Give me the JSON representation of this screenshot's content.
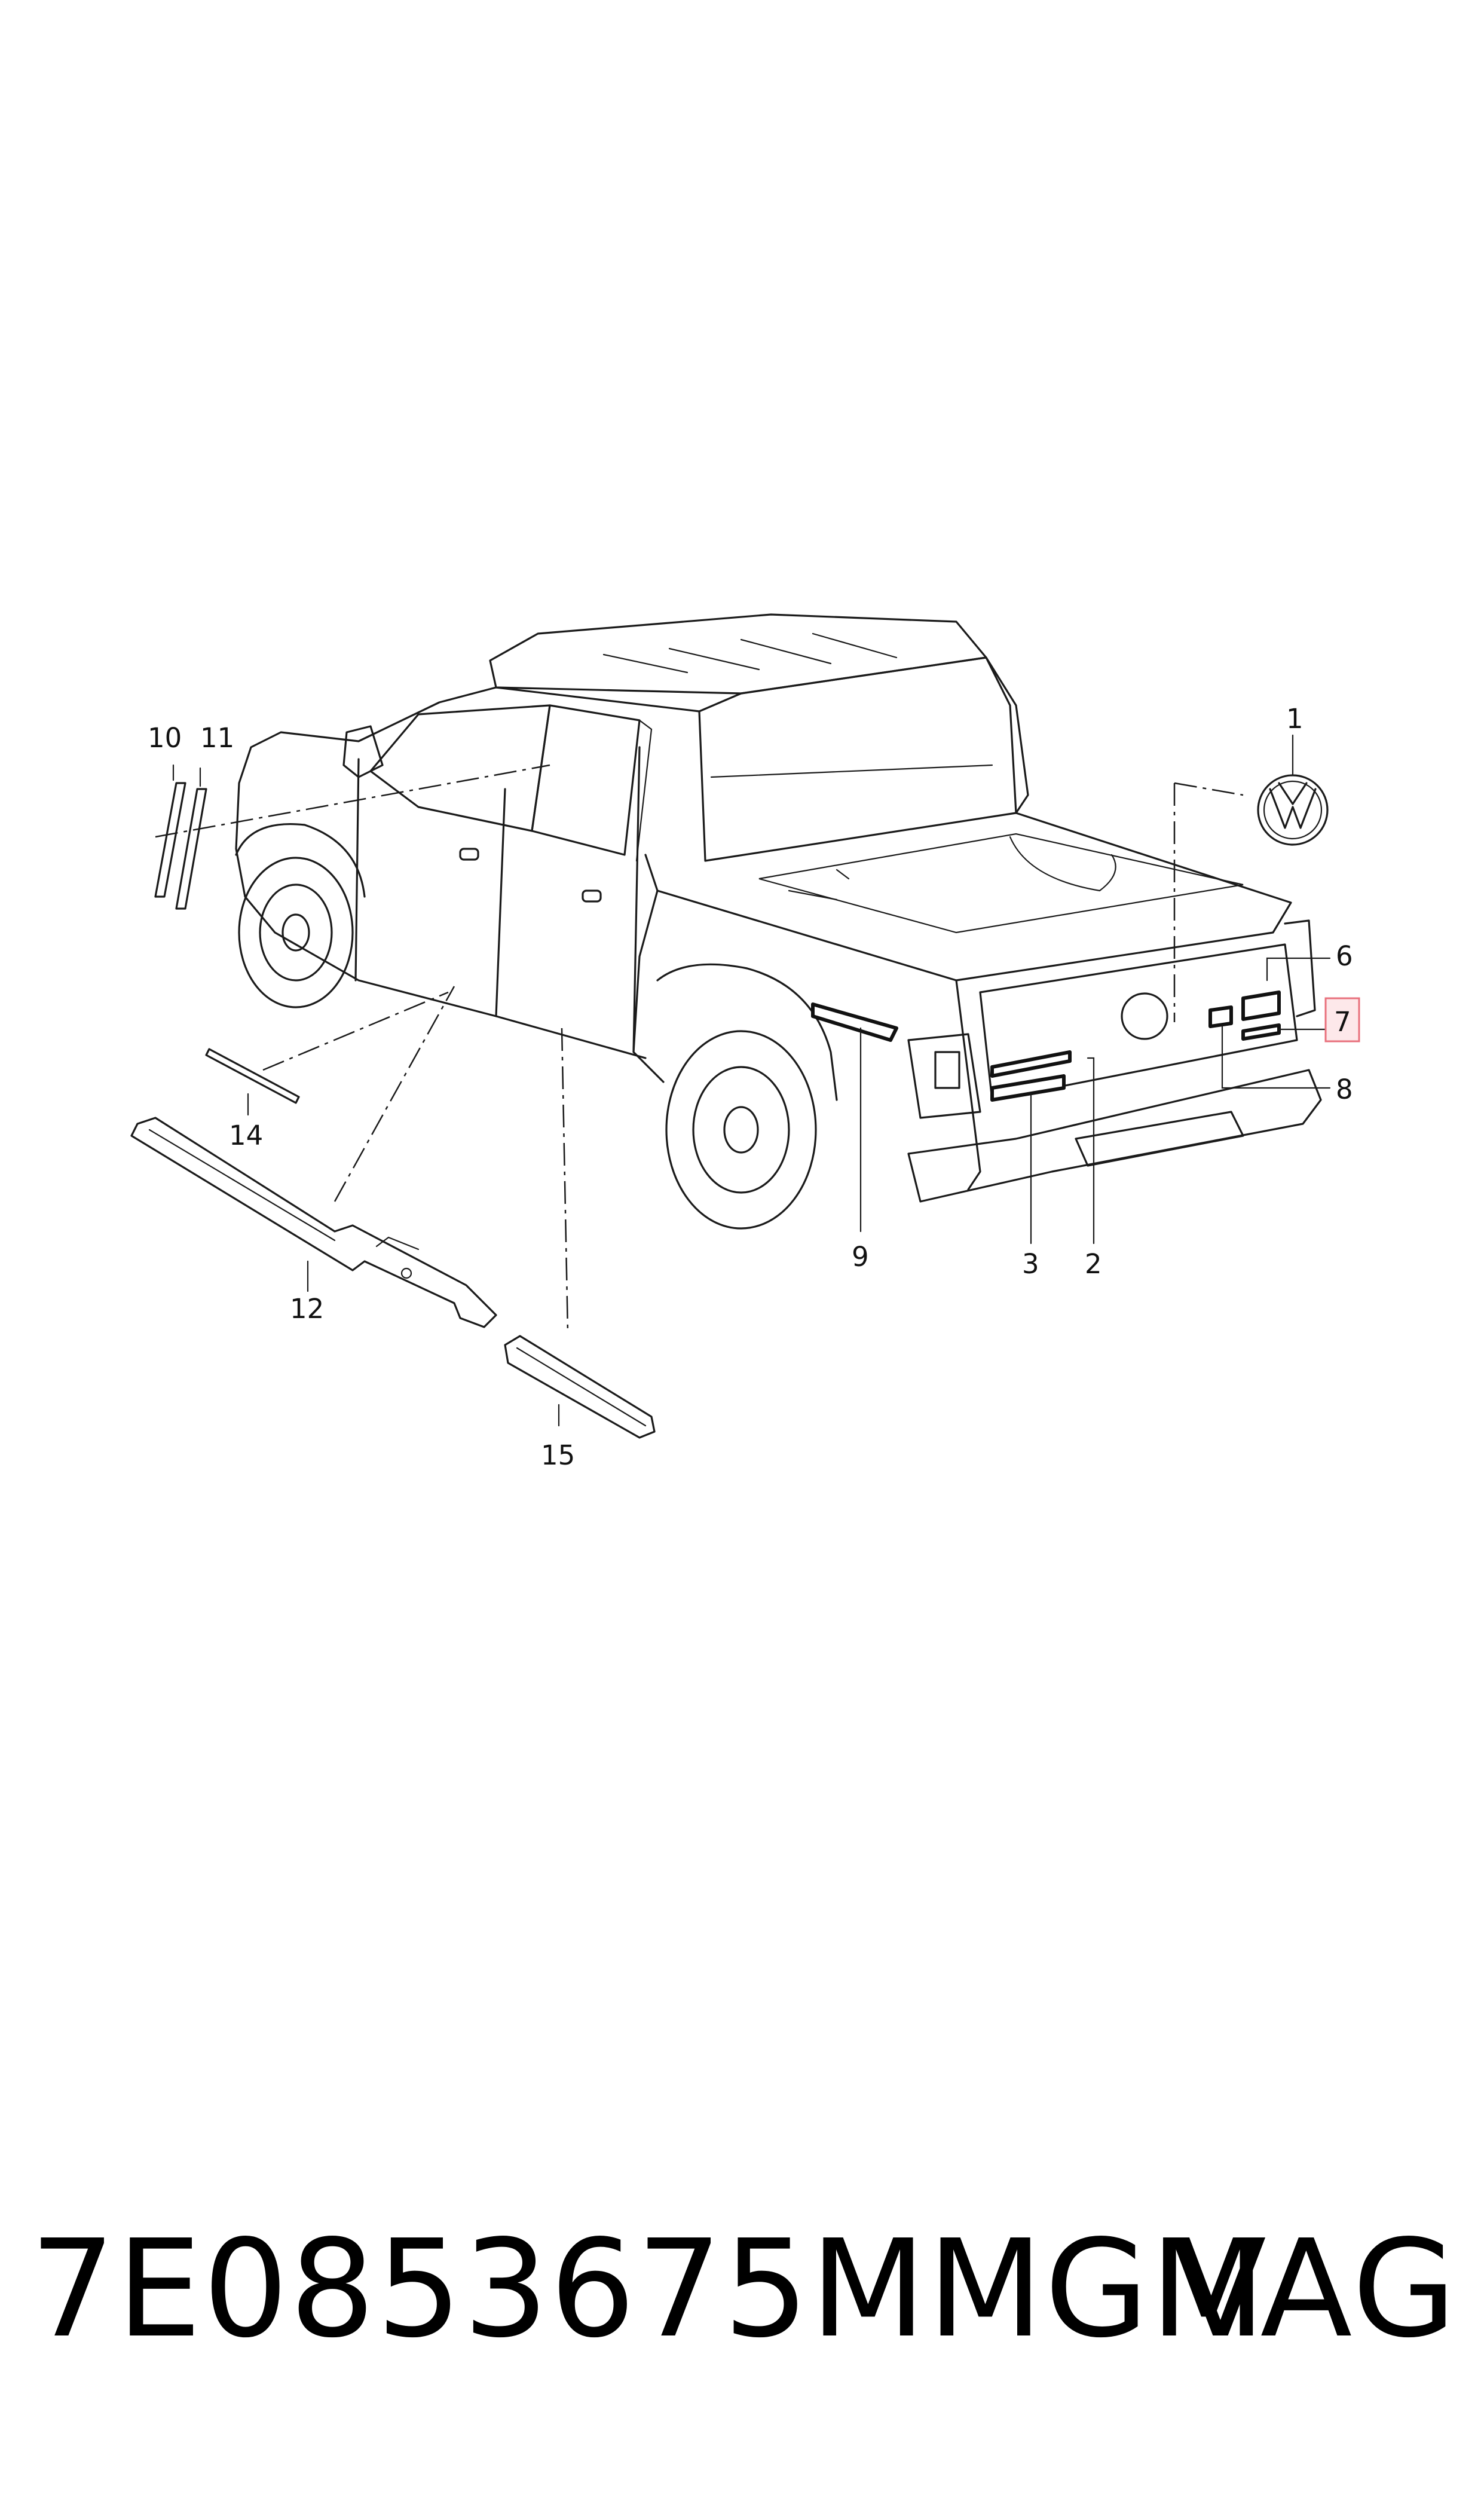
{
  "diagram": {
    "callouts": [
      "1",
      "2",
      "3",
      "6",
      "7",
      "8",
      "9",
      "10",
      "11",
      "12",
      "14",
      "15"
    ],
    "highlighted_callout": "7",
    "highlight_color": "#e8707c",
    "logo": "vw-logo-icon"
  },
  "footer": {
    "part_number": "7E0853675MMGM",
    "brand": "VAG"
  }
}
